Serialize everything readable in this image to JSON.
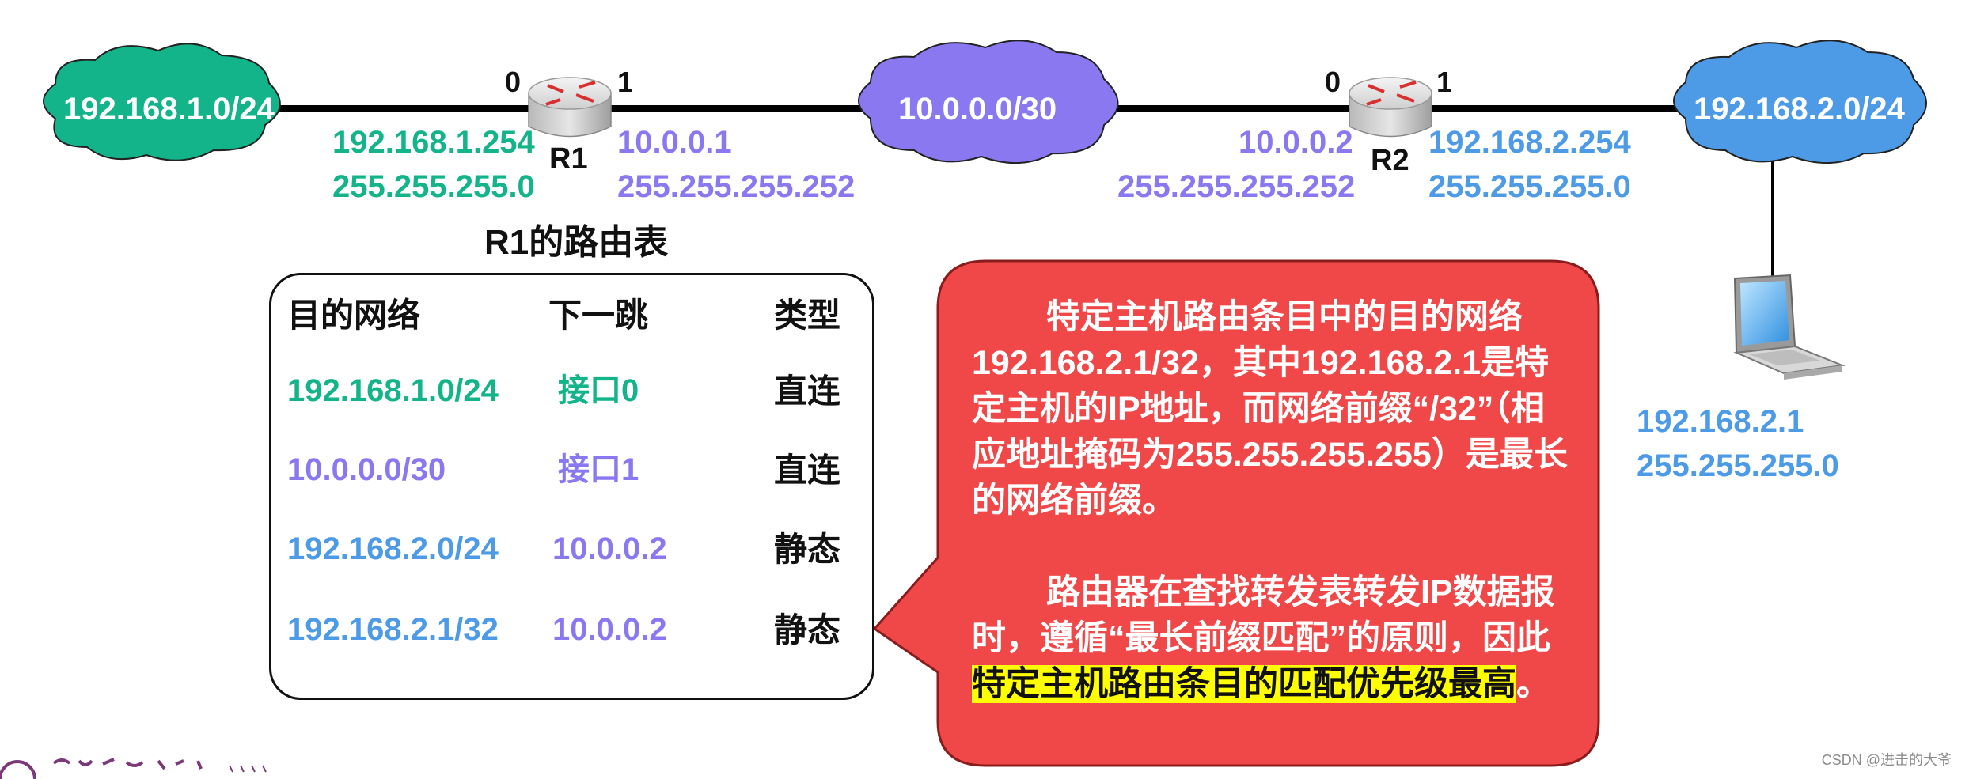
{
  "networks": {
    "lan1": {
      "label": "192.168.1.0/24",
      "color": "#14b48a"
    },
    "wan": {
      "label": "10.0.0.0/30",
      "color": "#8a78f0"
    },
    "lan2": {
      "label": "192.168.2.0/24",
      "color": "#4d9be6"
    }
  },
  "routers": {
    "r1": {
      "name": "R1",
      "port0": "0",
      "port1": "1",
      "if0_ip": "192.168.1.254",
      "if0_mask": "255.255.255.0",
      "if1_ip": "10.0.0.1",
      "if1_mask": "255.255.255.252"
    },
    "r2": {
      "name": "R2",
      "port0": "0",
      "port1": "1",
      "if0_ip": "10.0.0.2",
      "if0_mask": "255.255.255.252",
      "if1_ip": "192.168.2.254",
      "if1_mask": "255.255.255.0"
    }
  },
  "host": {
    "ip": "192.168.2.1",
    "mask": "255.255.255.0"
  },
  "route_table": {
    "title": "R1的路由表",
    "headers": [
      "目的网络",
      "下一跳",
      "类型"
    ],
    "rows": [
      {
        "dest": "192.168.1.0/24",
        "next_hop": "接口0",
        "type": "直连"
      },
      {
        "dest": "10.0.0.0/30",
        "next_hop": "接口1",
        "type": "直连"
      },
      {
        "dest": "192.168.2.0/24",
        "next_hop": "10.0.0.2",
        "type": "静态"
      },
      {
        "dest": "192.168.2.1/32",
        "next_hop": "10.0.0.2",
        "type": "静态"
      }
    ]
  },
  "callout": {
    "para1": "特定主机路由条目中的目的网络192.168.2.1/32，其中192.168.2.1是特定主机的IP地址，而网络前缀“/32”（相应地址掩码为255.255.255.255）是最长的网络前缀。",
    "para2_plain": "路由器在查找转发表转发IP数据报时，遵循“最长前缀匹配”的原则，因此",
    "para2_highlight": "特定主机路由条目的匹配优先级最高",
    "para2_end": "。",
    "color": "#f04848"
  },
  "watermark": "CSDN @进击的大爷"
}
